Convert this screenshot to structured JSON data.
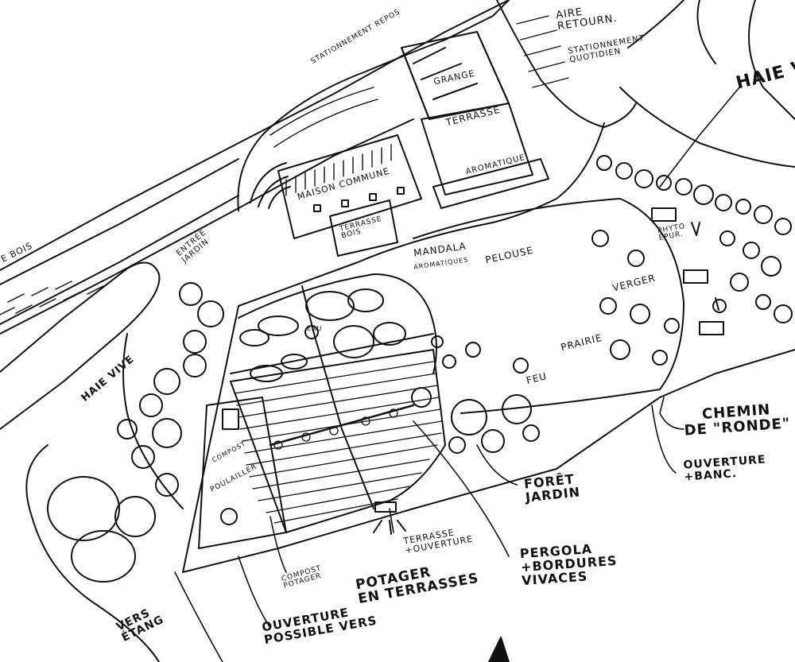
{
  "colors": {
    "ink": "#111111",
    "paper": "#ffffff"
  },
  "labels": {
    "aire_retourn": "AIRE\nRETOURN.",
    "stationnement_quotidien": "STATIONNEMENT\nQUOTIDIEN",
    "haie_vive_top": "HAIE Vi",
    "stationnement_repos": "STATIONNEMENT REPOS",
    "grange": "GRANGE",
    "terrasse_top": "TERRASSE",
    "maison_commune": "MAISON COMMUNE",
    "aromatique": "AROMATIQUE",
    "terrasse_bois": "TERRASSE\nBOIS",
    "bois": "E BOIS",
    "entree_jardin": "ENTRÉE\nJARDIN",
    "mandala": "MANDALA",
    "aromatiques": "AROMATIQUES",
    "pelouse": "PELOUSE",
    "phyto_epur": "PHYTO\nÉPUR.",
    "verger": "VERGER",
    "eau": "EAU",
    "prairie": "PRAIRIE",
    "haie_vive_left": "HAIE VIVE",
    "feu": "FEU",
    "chemin_de_ronde": "CHEMIN\nDE \"RONDE\"",
    "ouverture_banc": "OUVERTURE\n+BANC.",
    "compost_top": "COMPOST",
    "poulailler": "POULAILLER",
    "foret_jardin": "FORÊT\nJARDIN",
    "pergola": "PERGOLA\n+BORDURES\nVIVACES",
    "terrasse_ouverture": "TERRASSE\n+OUVERTURE",
    "compost_potager": "COMPOST\nPOTAGER",
    "potager": "POTAGER\nEN TERRASSES",
    "ouverture_possible": "OUVERTURE\nPOSSIBLE VERS",
    "vers_etang": "VERS\nÉTANG"
  },
  "icons": {
    "pencil": "pencil-tip-icon"
  }
}
